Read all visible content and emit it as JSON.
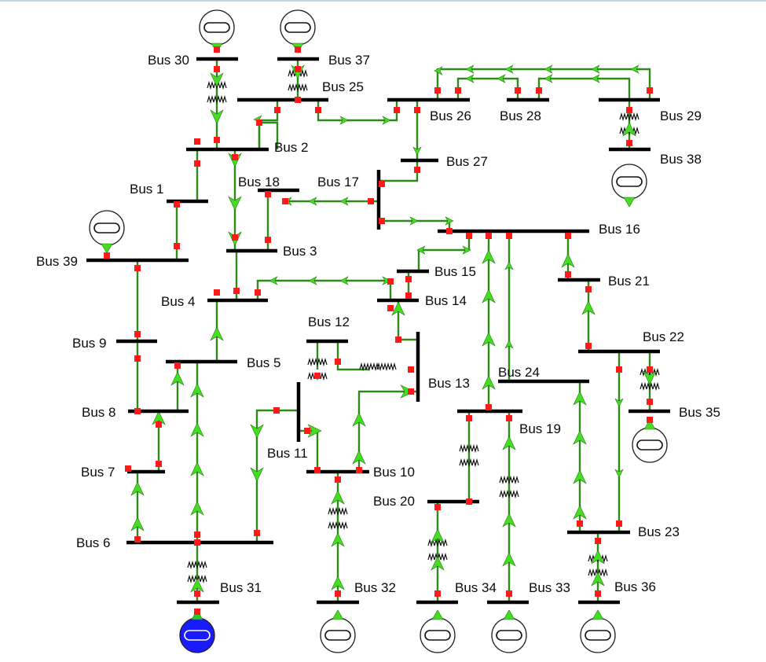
{
  "diagram": {
    "buses": [
      {
        "id": "bus1",
        "label": "Bus 1"
      },
      {
        "id": "bus2",
        "label": "Bus 2"
      },
      {
        "id": "bus3",
        "label": "Bus 3"
      },
      {
        "id": "bus4",
        "label": "Bus 4"
      },
      {
        "id": "bus5",
        "label": "Bus 5"
      },
      {
        "id": "bus6",
        "label": "Bus 6"
      },
      {
        "id": "bus7",
        "label": "Bus 7"
      },
      {
        "id": "bus8",
        "label": "Bus 8"
      },
      {
        "id": "bus9",
        "label": "Bus 9"
      },
      {
        "id": "bus10",
        "label": "Bus 10"
      },
      {
        "id": "bus11",
        "label": "Bus 11"
      },
      {
        "id": "bus12",
        "label": "Bus 12"
      },
      {
        "id": "bus13",
        "label": "Bus 13"
      },
      {
        "id": "bus14",
        "label": "Bus 14"
      },
      {
        "id": "bus15",
        "label": "Bus 15"
      },
      {
        "id": "bus16",
        "label": "Bus 16"
      },
      {
        "id": "bus17",
        "label": "Bus 17"
      },
      {
        "id": "bus18",
        "label": "Bus 18"
      },
      {
        "id": "bus19",
        "label": "Bus 19"
      },
      {
        "id": "bus20",
        "label": "Bus 20"
      },
      {
        "id": "bus21",
        "label": "Bus 21"
      },
      {
        "id": "bus22",
        "label": "Bus 22"
      },
      {
        "id": "bus23",
        "label": "Bus 23"
      },
      {
        "id": "bus24",
        "label": "Bus 24"
      },
      {
        "id": "bus25",
        "label": "Bus 25"
      },
      {
        "id": "bus26",
        "label": "Bus 26"
      },
      {
        "id": "bus27",
        "label": "Bus 27"
      },
      {
        "id": "bus28",
        "label": "Bus 28"
      },
      {
        "id": "bus29",
        "label": "Bus 29"
      },
      {
        "id": "bus30",
        "label": "Bus 30"
      },
      {
        "id": "bus31",
        "label": "Bus 31"
      },
      {
        "id": "bus32",
        "label": "Bus 32"
      },
      {
        "id": "bus33",
        "label": "Bus 33"
      },
      {
        "id": "bus34",
        "label": "Bus 34"
      },
      {
        "id": "bus35",
        "label": "Bus 35"
      },
      {
        "id": "bus36",
        "label": "Bus 36"
      },
      {
        "id": "bus37",
        "label": "Bus 37"
      },
      {
        "id": "bus38",
        "label": "Bus 38"
      },
      {
        "id": "bus39",
        "label": "Bus 39"
      }
    ],
    "generators": [
      {
        "id": "gen-bus30",
        "bus": "bus30",
        "slack": false
      },
      {
        "id": "gen-bus37",
        "bus": "bus37",
        "slack": false
      },
      {
        "id": "gen-bus38",
        "bus": "bus38",
        "slack": false
      },
      {
        "id": "gen-bus39",
        "bus": "bus39",
        "slack": false
      },
      {
        "id": "gen-bus35",
        "bus": "bus35",
        "slack": false
      },
      {
        "id": "gen-bus31",
        "bus": "bus31",
        "slack": true
      },
      {
        "id": "gen-bus32",
        "bus": "bus32",
        "slack": false
      },
      {
        "id": "gen-bus34",
        "bus": "bus34",
        "slack": false
      },
      {
        "id": "gen-bus33",
        "bus": "bus33",
        "slack": false
      },
      {
        "id": "gen-bus36",
        "bus": "bus36",
        "slack": false
      }
    ],
    "transformers": [
      {
        "from": "bus2",
        "to": "bus30"
      },
      {
        "from": "bus25",
        "to": "bus37"
      },
      {
        "from": "bus29",
        "to": "bus38"
      },
      {
        "from": "bus6",
        "to": "bus31"
      },
      {
        "from": "bus10",
        "to": "bus32"
      },
      {
        "from": "bus19",
        "to": "bus20"
      },
      {
        "from": "bus19",
        "to": "bus33"
      },
      {
        "from": "bus20",
        "to": "bus34"
      },
      {
        "from": "bus22",
        "to": "bus35"
      },
      {
        "from": "bus23",
        "to": "bus36"
      },
      {
        "from": "bus12",
        "to": "bus11"
      },
      {
        "from": "bus12",
        "to": "bus13"
      }
    ],
    "colors": {
      "bus_bar": "#000000",
      "line": "#2e8b1a",
      "flow_arrow": "#44dd22",
      "breaker": "#ff1a1a",
      "generator_fill": "#ffffff",
      "slack_generator_fill": "#1a1aff",
      "generator_cap": "#cc2020"
    },
    "icons": {
      "generator": "generator-icon",
      "transformer": "transformer-icon",
      "breaker": "breaker-icon",
      "flow_arrow": "flow-arrow-icon"
    }
  }
}
